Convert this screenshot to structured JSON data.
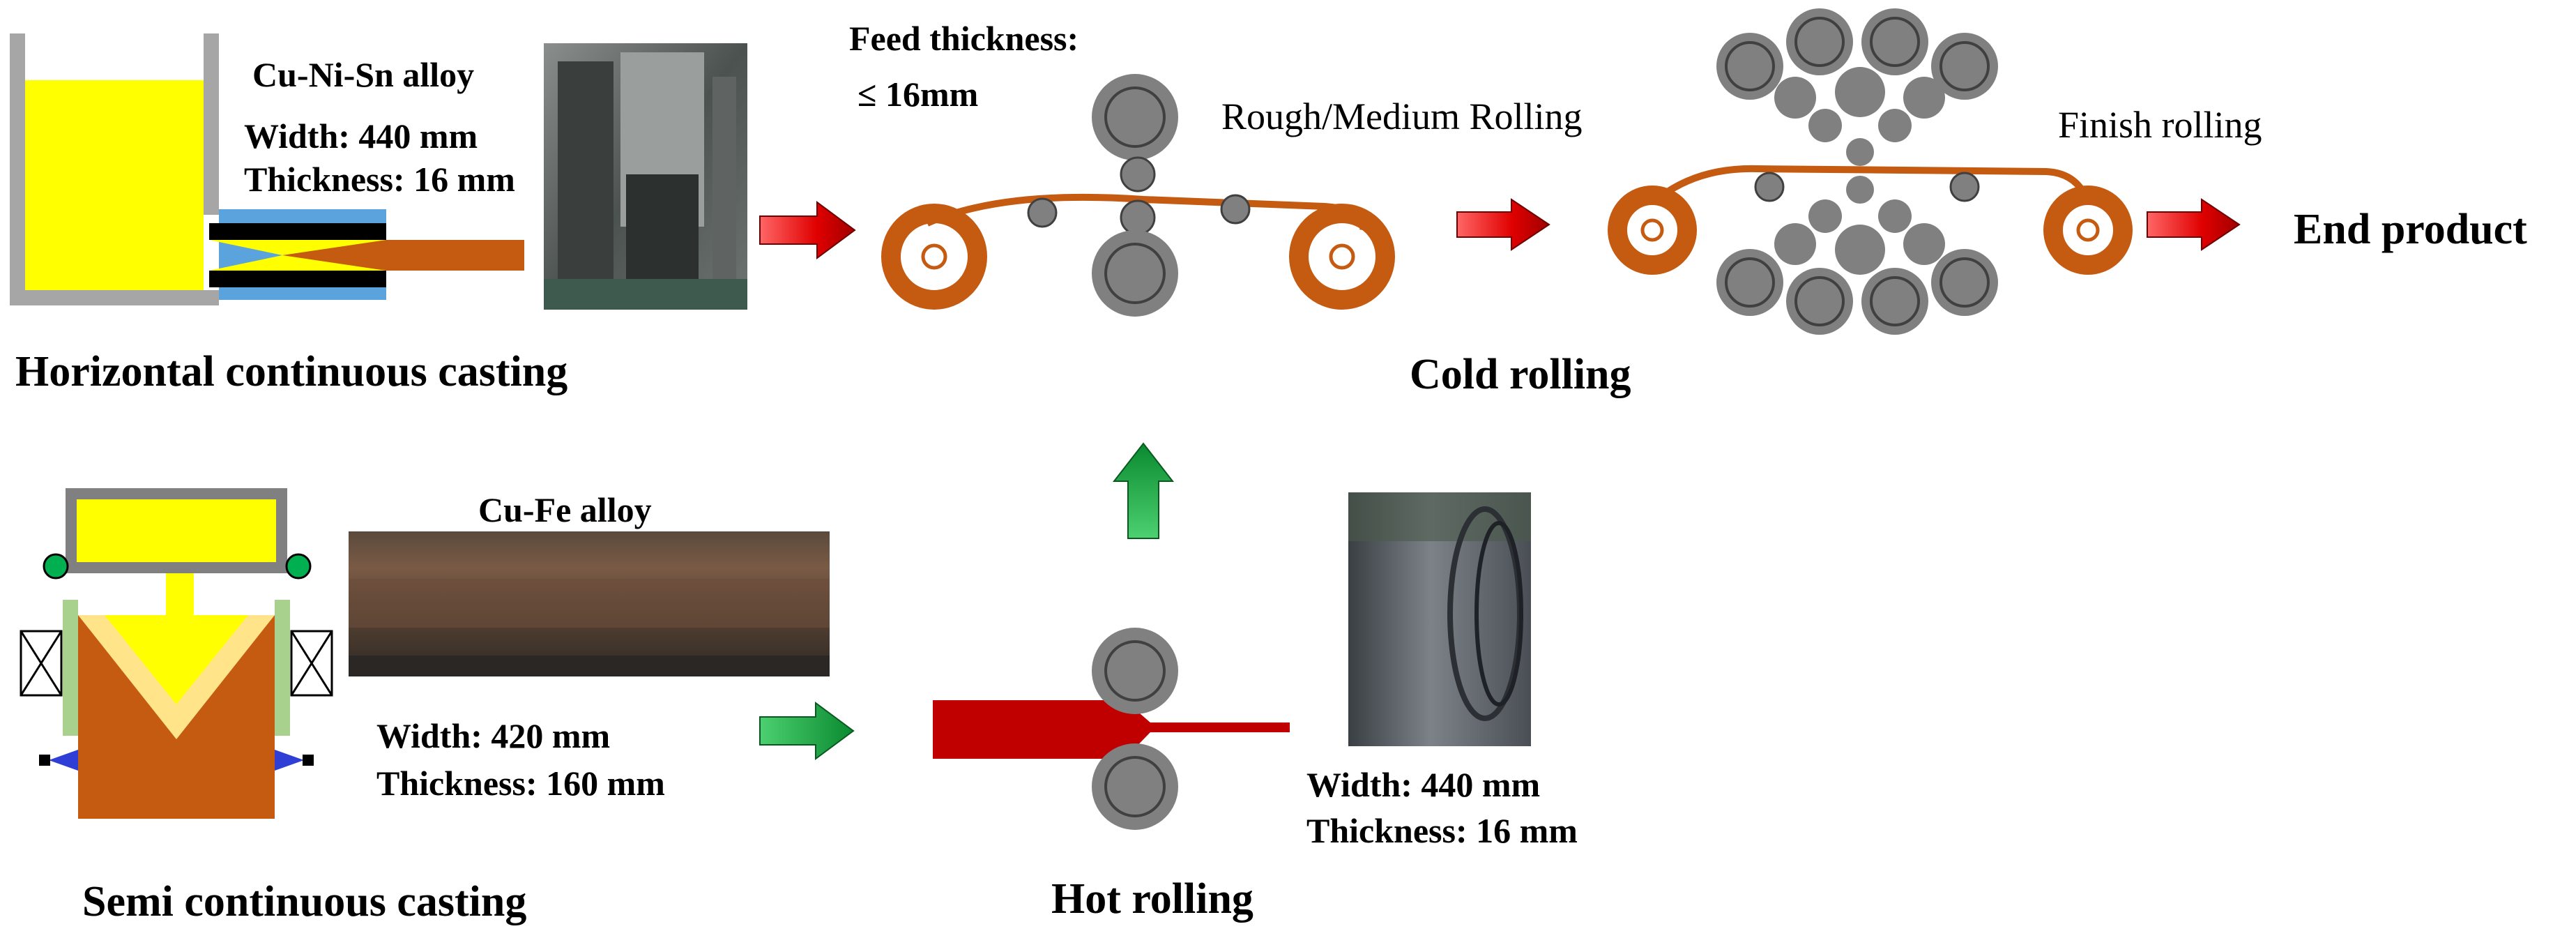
{
  "horizontal_casting": {
    "alloy": "Cu-Ni-Sn alloy",
    "width": "Width: 440 mm",
    "thickness": "Thickness: 16 mm",
    "caption": "Horizontal continuous casting"
  },
  "semi_casting": {
    "alloy": "Cu-Fe alloy",
    "width": "Width: 420 mm",
    "thickness": "Thickness: 160 mm",
    "caption": "Semi continuous casting"
  },
  "hot_rolling": {
    "caption": "Hot rolling",
    "width": "Width: 440 mm",
    "thickness": "Thickness: 16 mm"
  },
  "cold_rolling": {
    "feed_label": "Feed thickness:",
    "feed_value": "≤ 16mm",
    "rough_label": "Rough/Medium Rolling",
    "finish_label": "Finish rolling",
    "caption": "Cold rolling"
  },
  "end_product": "End product",
  "colors": {
    "molten": "#ffff00",
    "copper_strip": "#c8621b",
    "roll": "#808080",
    "hot_strip": "#c00000",
    "mold_cooling": "#5ba3dc",
    "arrow_red": "#e01010",
    "arrow_green": "#10a040",
    "crystallizer_green": "#a9d18e"
  }
}
